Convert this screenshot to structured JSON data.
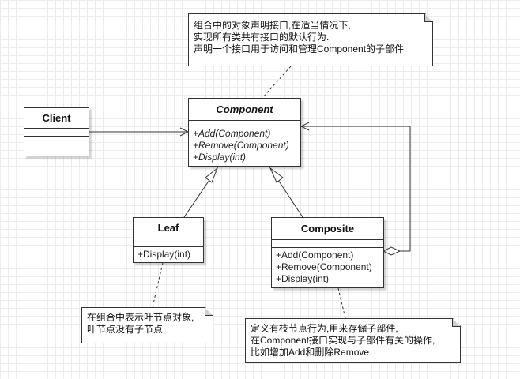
{
  "classes": {
    "client": {
      "name": "Client",
      "operations": []
    },
    "component": {
      "name": "Component",
      "operations": [
        "+Add(Component)",
        "+Remove(Component)",
        "+Display(int)"
      ]
    },
    "leaf": {
      "name": "Leaf",
      "operations": [
        "+Display(int)"
      ]
    },
    "composite": {
      "name": "Composite",
      "operations": [
        "+Add(Component)",
        "+Remove(Component)",
        "+Display(int)"
      ]
    }
  },
  "notes": {
    "component_note": [
      "组合中的对象声明接口,在适当情况下,",
      "实现所有类共有接口的默认行为.",
      "声明一个接口用于访问和管理Component的子部件"
    ],
    "leaf_note": [
      "在组合中表示叶节点对象,",
      "叶节点没有子节点"
    ],
    "composite_note": [
      "定义有枝节点行为,用来存储子部件,",
      "在Component接口实现与子部件有关的操作,",
      "比如增加Add和删除Remove"
    ]
  }
}
